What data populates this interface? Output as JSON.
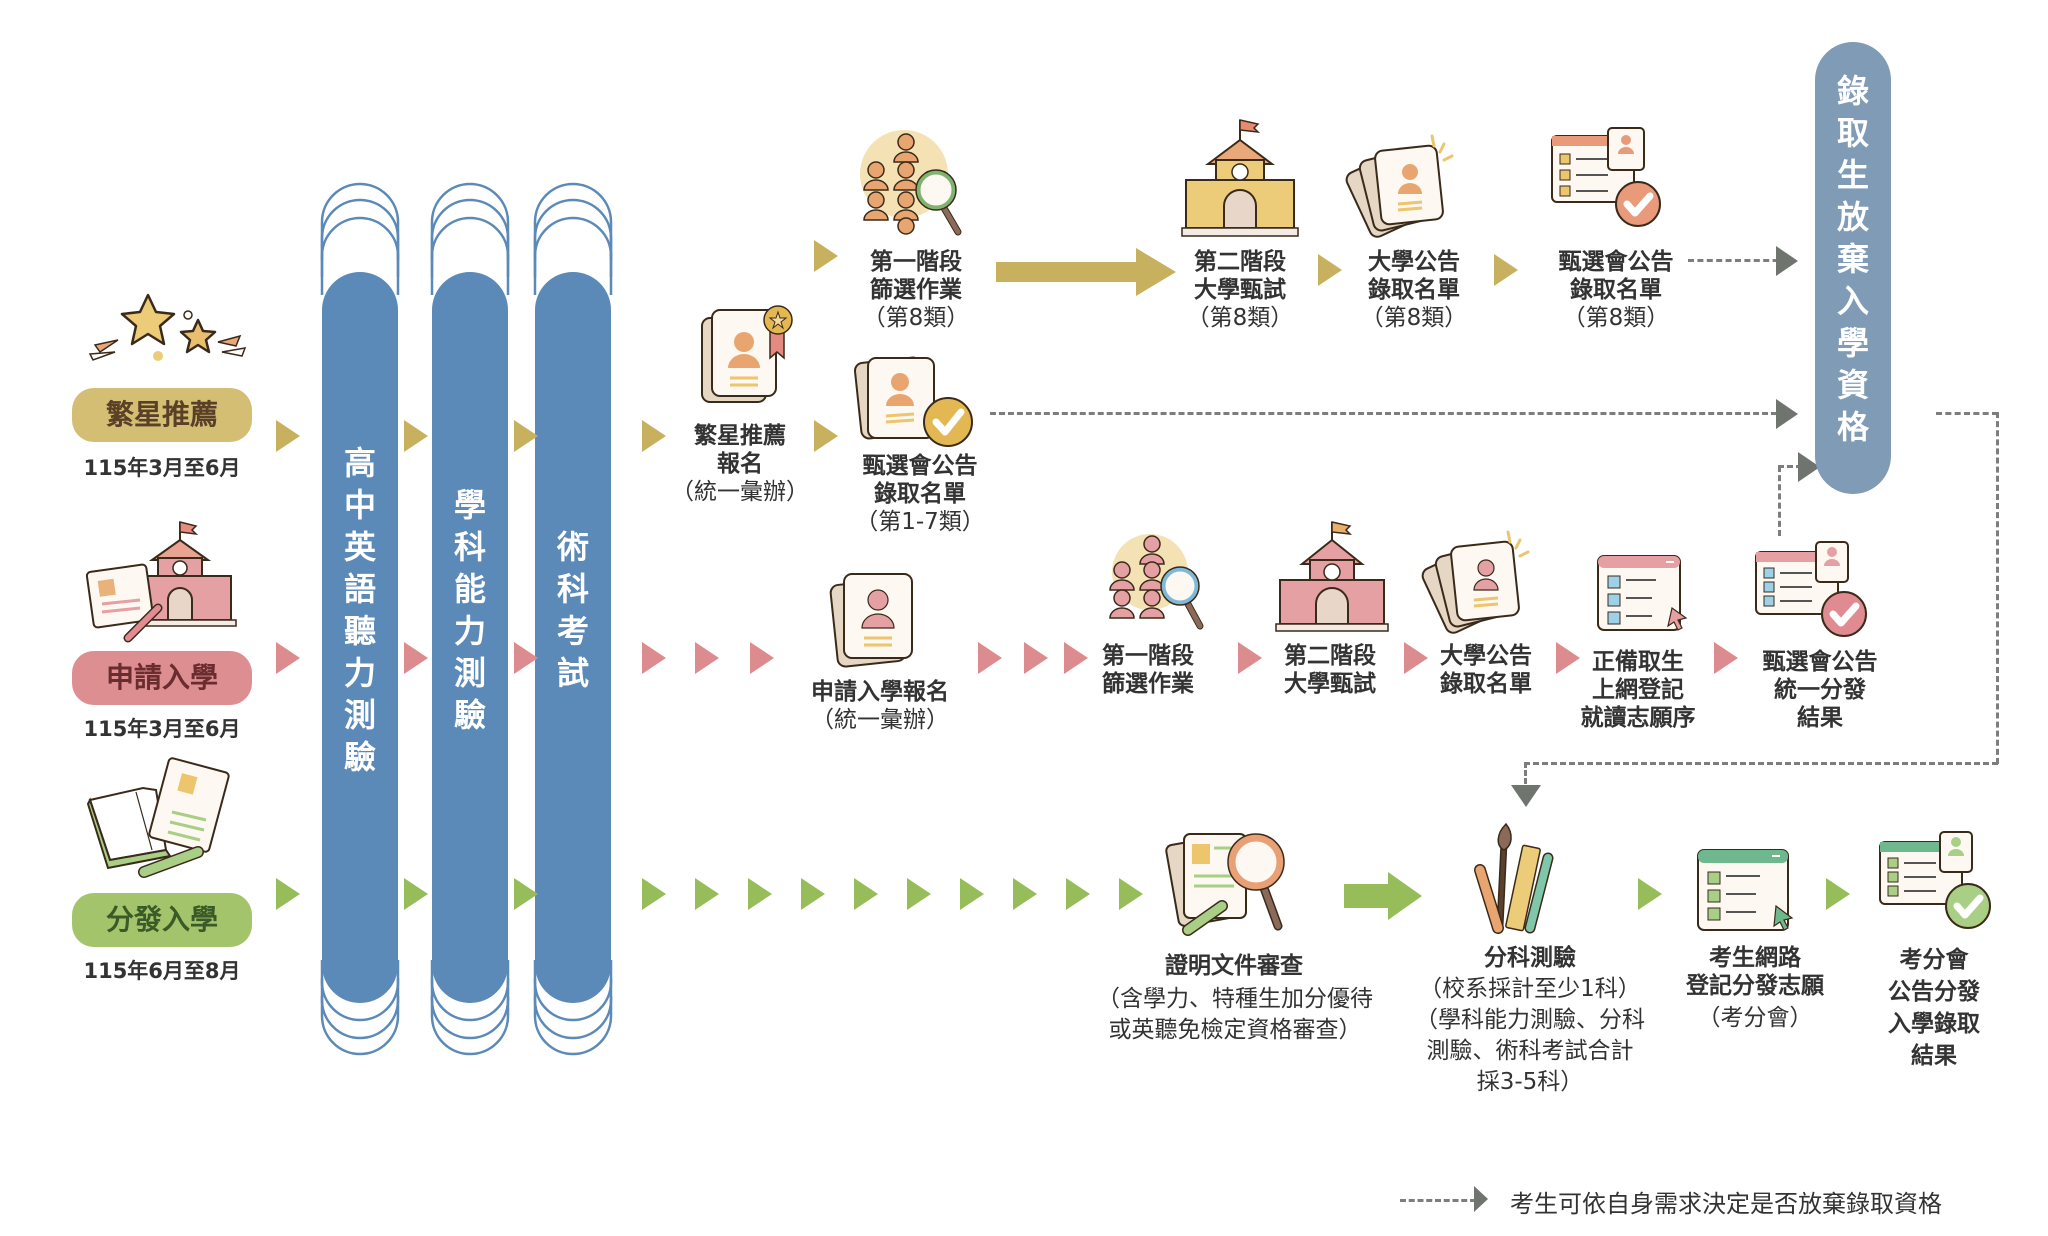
{
  "tracks": [
    {
      "label": "繁星推薦",
      "period": "115年3月至6月",
      "color": "#c8b15e",
      "pill_bg": "#d4be74",
      "text_color": "#5b4028"
    },
    {
      "label": "申請入學",
      "period": "115年3月至6月",
      "color": "#dc8b8e",
      "pill_bg": "#dc8e90",
      "text_color": "#6b2c30"
    },
    {
      "label": "分發入學",
      "period": "115年6月至8月",
      "color": "#97bd5a",
      "pill_bg": "#a4c46c",
      "text_color": "#3a5a28"
    }
  ],
  "exams": [
    {
      "chars": [
        "高",
        "中",
        "英",
        "語",
        "聽",
        "力",
        "測",
        "驗"
      ]
    },
    {
      "chars": [
        "學",
        "科",
        "能",
        "力",
        "測",
        "驗"
      ]
    },
    {
      "chars": [
        "術",
        "科",
        "考",
        "試"
      ]
    }
  ],
  "star": {
    "register": {
      "line1": "繁星推薦",
      "line2": "報名",
      "line3": "（統一彙辦）"
    },
    "stage1": {
      "line1": "第一階段",
      "line2": "篩選作業",
      "line3": "（第8類）"
    },
    "stage2": {
      "line1": "第二階段",
      "line2": "大學甄試",
      "line3": "（第8類）"
    },
    "univ_announce": {
      "line1": "大學公告",
      "line2": "錄取名單",
      "line3": "（第8類）"
    },
    "council_announce8": {
      "line1": "甄選會公告",
      "line2": "錄取名單",
      "line3": "（第8類）"
    },
    "council_announce17": {
      "line1": "甄選會公告",
      "line2": "錄取名單",
      "line3": "（第1-7類）"
    }
  },
  "apply": {
    "register": {
      "line1": "申請入學報名",
      "line2": "（統一彙辦）"
    },
    "stage1": {
      "line1": "第一階段",
      "line2": "篩選作業"
    },
    "stage2": {
      "line1": "第二階段",
      "line2": "大學甄試"
    },
    "univ_announce": {
      "line1": "大學公告",
      "line2": "錄取名單"
    },
    "register_pref": {
      "line1": "正備取生",
      "line2": "上網登記",
      "line3": "就讀志願序"
    },
    "council_result": {
      "line1": "甄選會公告",
      "line2": "統一分發",
      "line3": "結果"
    }
  },
  "dist": {
    "doc_review": {
      "title": "證明文件審查",
      "line2": "（含學力、特種生加分優待",
      "line3": "或英聽免檢定資格審查）"
    },
    "subject_test": {
      "title": "分科測驗",
      "line2": "（校系採計至少1科）",
      "line3": "（學科能力測驗、分科",
      "line4": "測驗、術科考試合計",
      "line5": "採3-5科）"
    },
    "online_pref": {
      "line1": "考生網路",
      "line2": "登記分發志願",
      "line3": "（考分會）"
    },
    "result": {
      "line1": "考分會",
      "line2": "公告分發",
      "line3": "入學錄取",
      "line4": "結果"
    }
  },
  "waiver": {
    "chars": [
      "錄",
      "取",
      "生",
      "放",
      "棄",
      "入",
      "學",
      "資",
      "格"
    ],
    "color": "#7f9bb5"
  },
  "legend": {
    "text": "考生可依自身需求決定是否放棄錄取資格"
  },
  "colors": {
    "pillar": "#5b89b8",
    "connector": "#6f746f",
    "dash": "#7d7d7d"
  }
}
